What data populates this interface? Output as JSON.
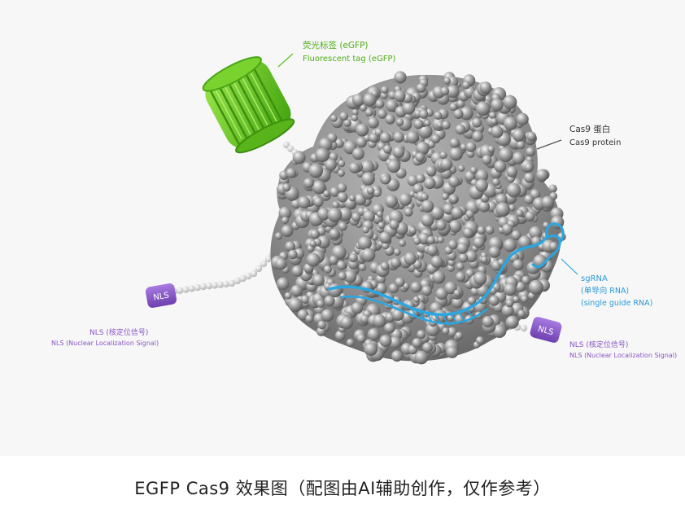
{
  "colors": {
    "egfp": "#5cc21a",
    "protein": "#8f8f8f",
    "sgrna": "#2aa6e0",
    "nls": "#8a55c6",
    "label_dark": "#333333",
    "background": "#f7f7f7"
  },
  "labels": {
    "egfp": {
      "zh": "荧光标签 (eGFP)",
      "en": "Fluorescent tag (eGFP)"
    },
    "cas9": {
      "zh": "Cas9 蛋白",
      "en": "Cas9 protein"
    },
    "sgrna": {
      "line1": "sgRNA",
      "line2": "(单导向 RNA)",
      "line3": "(single guide RNA)"
    },
    "nls_left": {
      "badge": "NLS",
      "zh": "NLS (核定位信号)",
      "en": "NLS (Nuclear Localization Signal)"
    },
    "nls_right": {
      "badge": "NLS",
      "zh": "NLS (核定位信号)",
      "en": "NLS (Nuclear Localization Signal)"
    }
  },
  "caption": "EGFP Cas9 效果图（配图由AI辅助创作，仅作参考）"
}
